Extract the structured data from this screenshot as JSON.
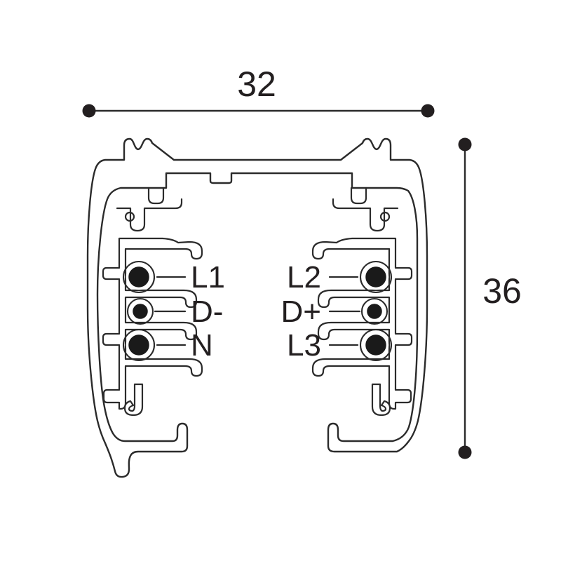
{
  "dimensions": {
    "width_label": "32",
    "height_label": "36"
  },
  "conductors": {
    "left": [
      {
        "label": "L1"
      },
      {
        "label": "D-"
      },
      {
        "label": "N"
      }
    ],
    "right": [
      {
        "label": "L2"
      },
      {
        "label": "D+"
      },
      {
        "label": "L3"
      }
    ]
  },
  "colors": {
    "line": "#2b2b2b",
    "conductor_fill": "#1a1a1a",
    "text": "#231f20",
    "background": "#ffffff"
  }
}
